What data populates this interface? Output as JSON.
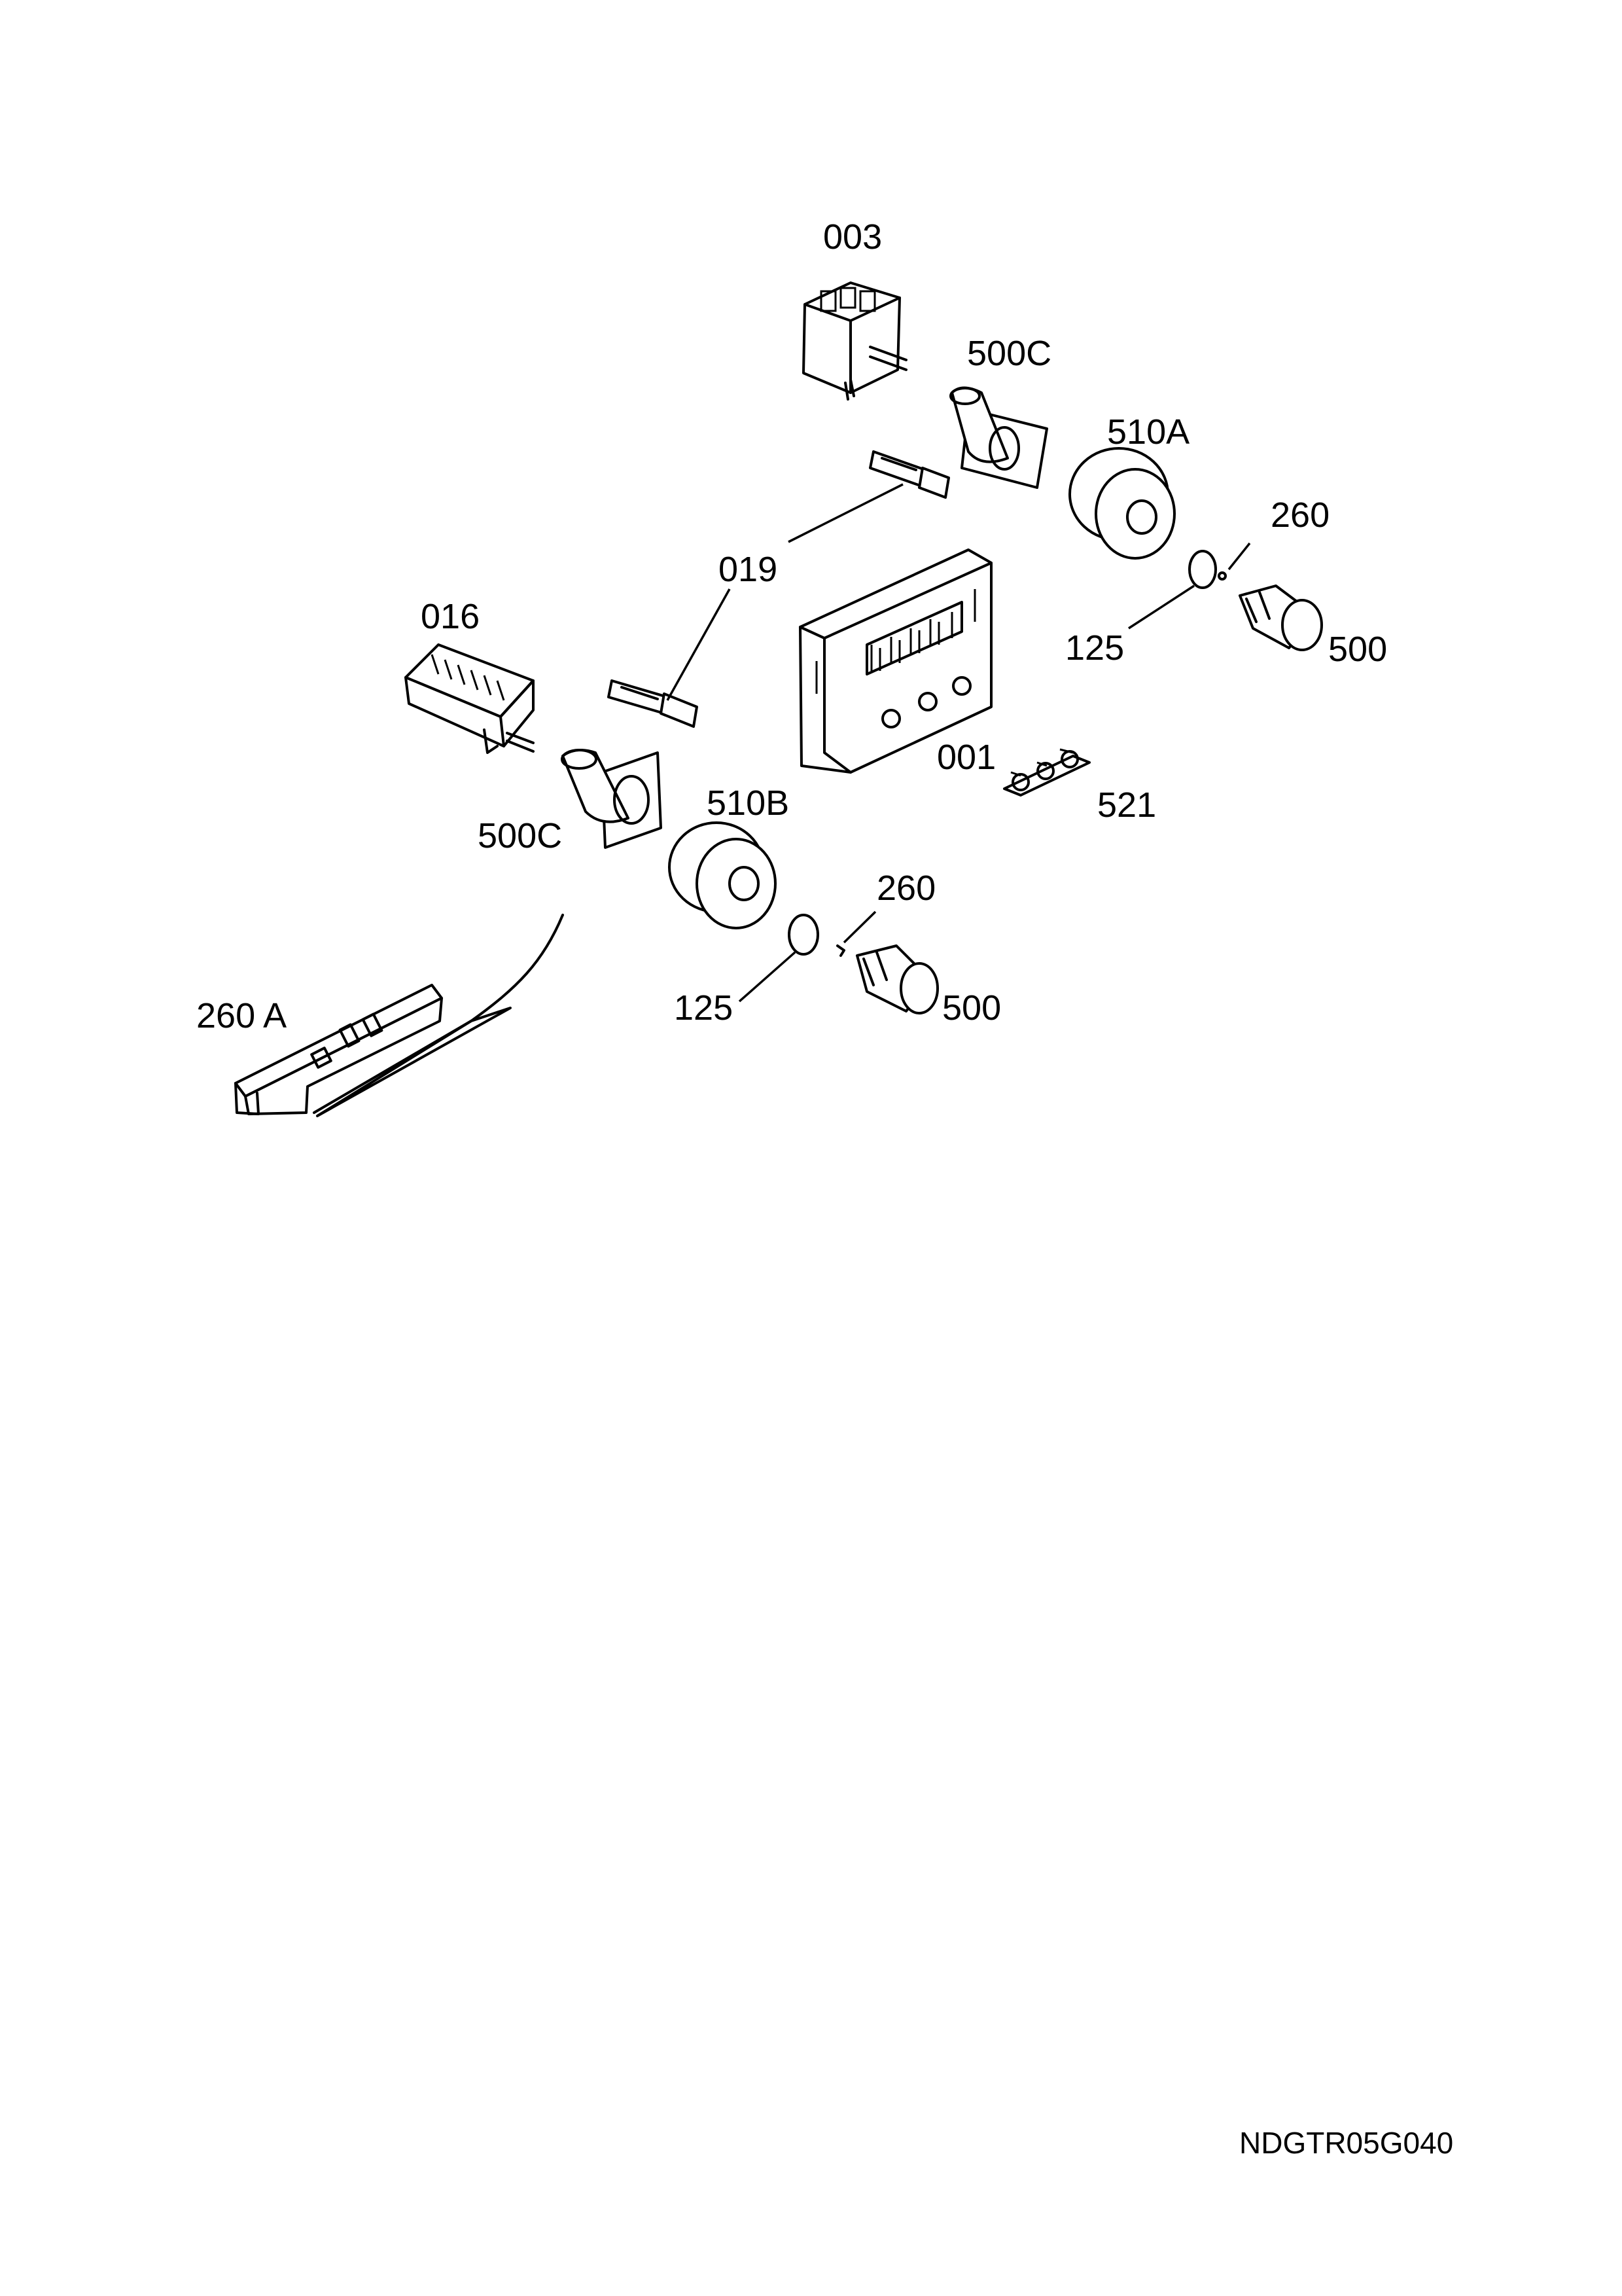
{
  "labels": {
    "l003": "003",
    "l500c_top": "500C",
    "l510a": "510A",
    "l260_top": "260",
    "l019": "019",
    "l016": "016",
    "l125_top": "125",
    "l500_top": "500",
    "l001": "001",
    "l521": "521",
    "l510b": "510B",
    "l500c_left": "500C",
    "l260_mid": "260",
    "l260a": "260 A",
    "l125_bot": "125",
    "l500_bot": "500"
  },
  "drawing_code": "NDGTR05G040"
}
